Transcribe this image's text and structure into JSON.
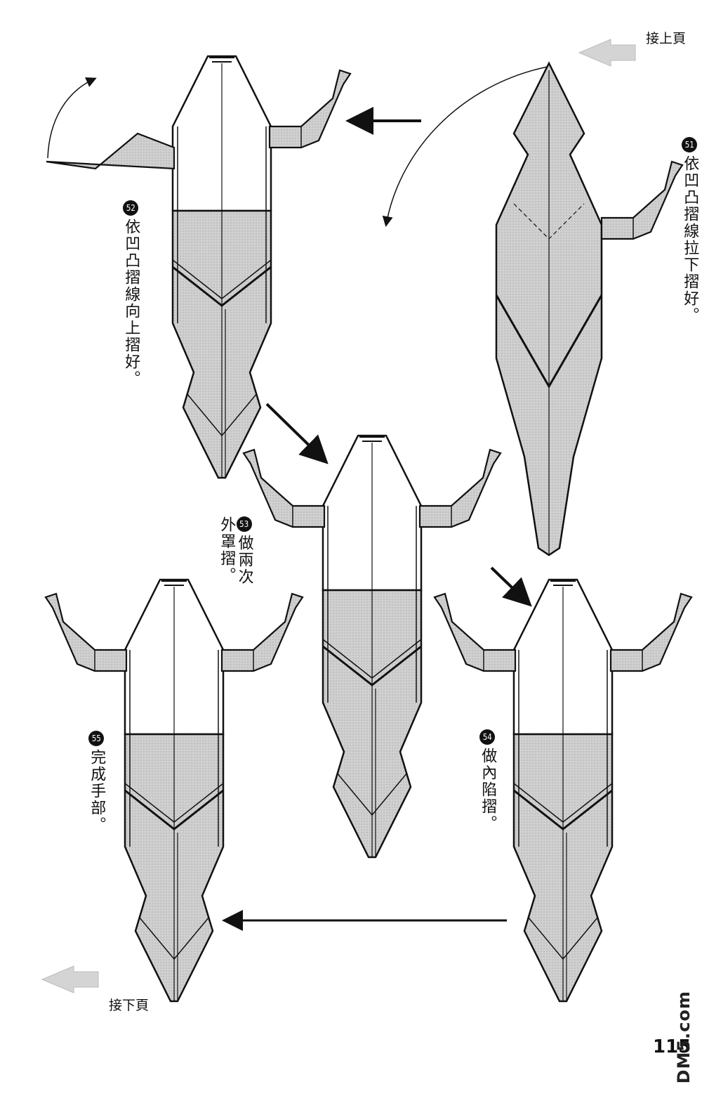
{
  "nav": {
    "prev_page": "接上頁",
    "next_page": "接下頁"
  },
  "steps": [
    {
      "number": "51",
      "text": "依凹凸摺線拉下摺好。"
    },
    {
      "number": "52",
      "text": "依凹凸摺線向上摺好。"
    },
    {
      "number": "53",
      "text": "做兩次外罩摺。"
    },
    {
      "number": "54",
      "text": "做內陷摺。"
    },
    {
      "number": "55",
      "text": "完成手部。"
    }
  ],
  "page_number": "115",
  "watermark": "DM5.com",
  "colors": {
    "paper_fill": "#cfcfcf",
    "white_fill": "#ffffff",
    "line": "#111111",
    "hint_arrow": "#d4d4d4"
  }
}
